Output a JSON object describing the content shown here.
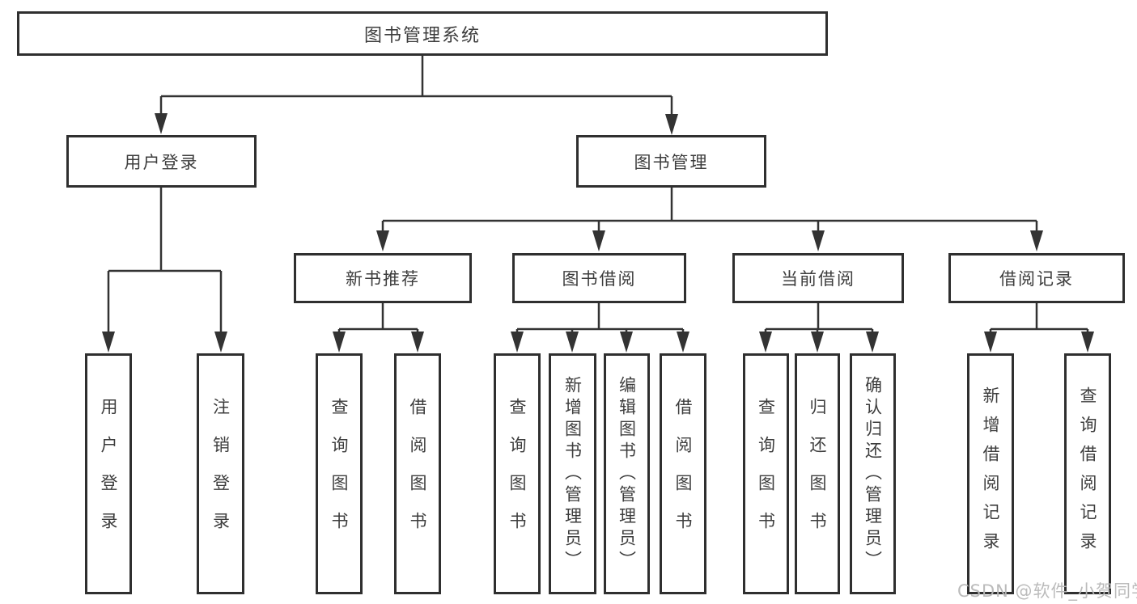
{
  "diagram": {
    "title_node": {
      "label": "图书管理系统"
    },
    "level2": [
      {
        "label": "用户登录"
      },
      {
        "label": "图书管理"
      }
    ],
    "level3": [
      {
        "label": "新书推荐",
        "parent": "图书管理"
      },
      {
        "label": "图书借阅",
        "parent": "图书管理"
      },
      {
        "label": "当前借阅",
        "parent": "图书管理"
      },
      {
        "label": "借阅记录",
        "parent": "图书管理"
      }
    ],
    "leaves": [
      {
        "label": "用户登录",
        "parent": "用户登录"
      },
      {
        "label": "注销登录",
        "parent": "用户登录"
      },
      {
        "label": "查询图书",
        "parent": "新书推荐"
      },
      {
        "label": "借阅图书",
        "parent": "新书推荐"
      },
      {
        "label": "查询图书",
        "parent": "图书借阅"
      },
      {
        "label": "新增图书（管理员）",
        "parent": "图书借阅"
      },
      {
        "label": "编辑图书（管理员）",
        "parent": "图书借阅"
      },
      {
        "label": "借阅图书",
        "parent": "图书借阅"
      },
      {
        "label": "查询图书",
        "parent": "当前借阅"
      },
      {
        "label": "归还图书",
        "parent": "当前借阅"
      },
      {
        "label": "确认归还（管理员）",
        "parent": "当前借阅"
      },
      {
        "label": "新增借阅记录",
        "parent": "借阅记录"
      },
      {
        "label": "查询借阅记录",
        "parent": "借阅记录"
      }
    ],
    "colors": {
      "line": "#333333",
      "box_border": "#2f2f2f",
      "text": "#3d3d3d",
      "background": "#ffffff",
      "watermark": "#b7b7b7"
    }
  },
  "watermark": {
    "text": "CSDN @软件_小贺同学"
  }
}
